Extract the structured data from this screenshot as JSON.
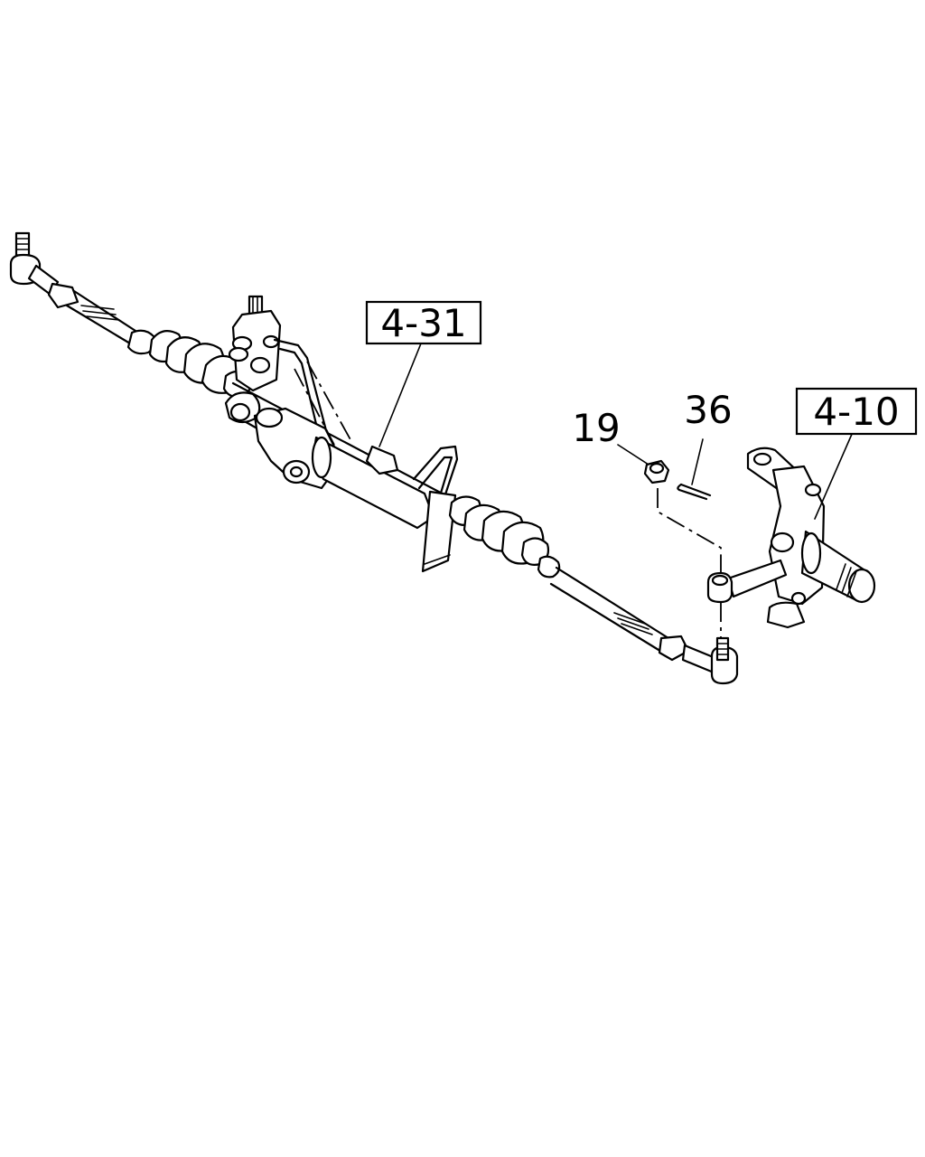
{
  "callouts": {
    "ref_rack": "4-31",
    "ref_knuckle": "4-10",
    "part_nut": "19",
    "part_pin": "36"
  }
}
